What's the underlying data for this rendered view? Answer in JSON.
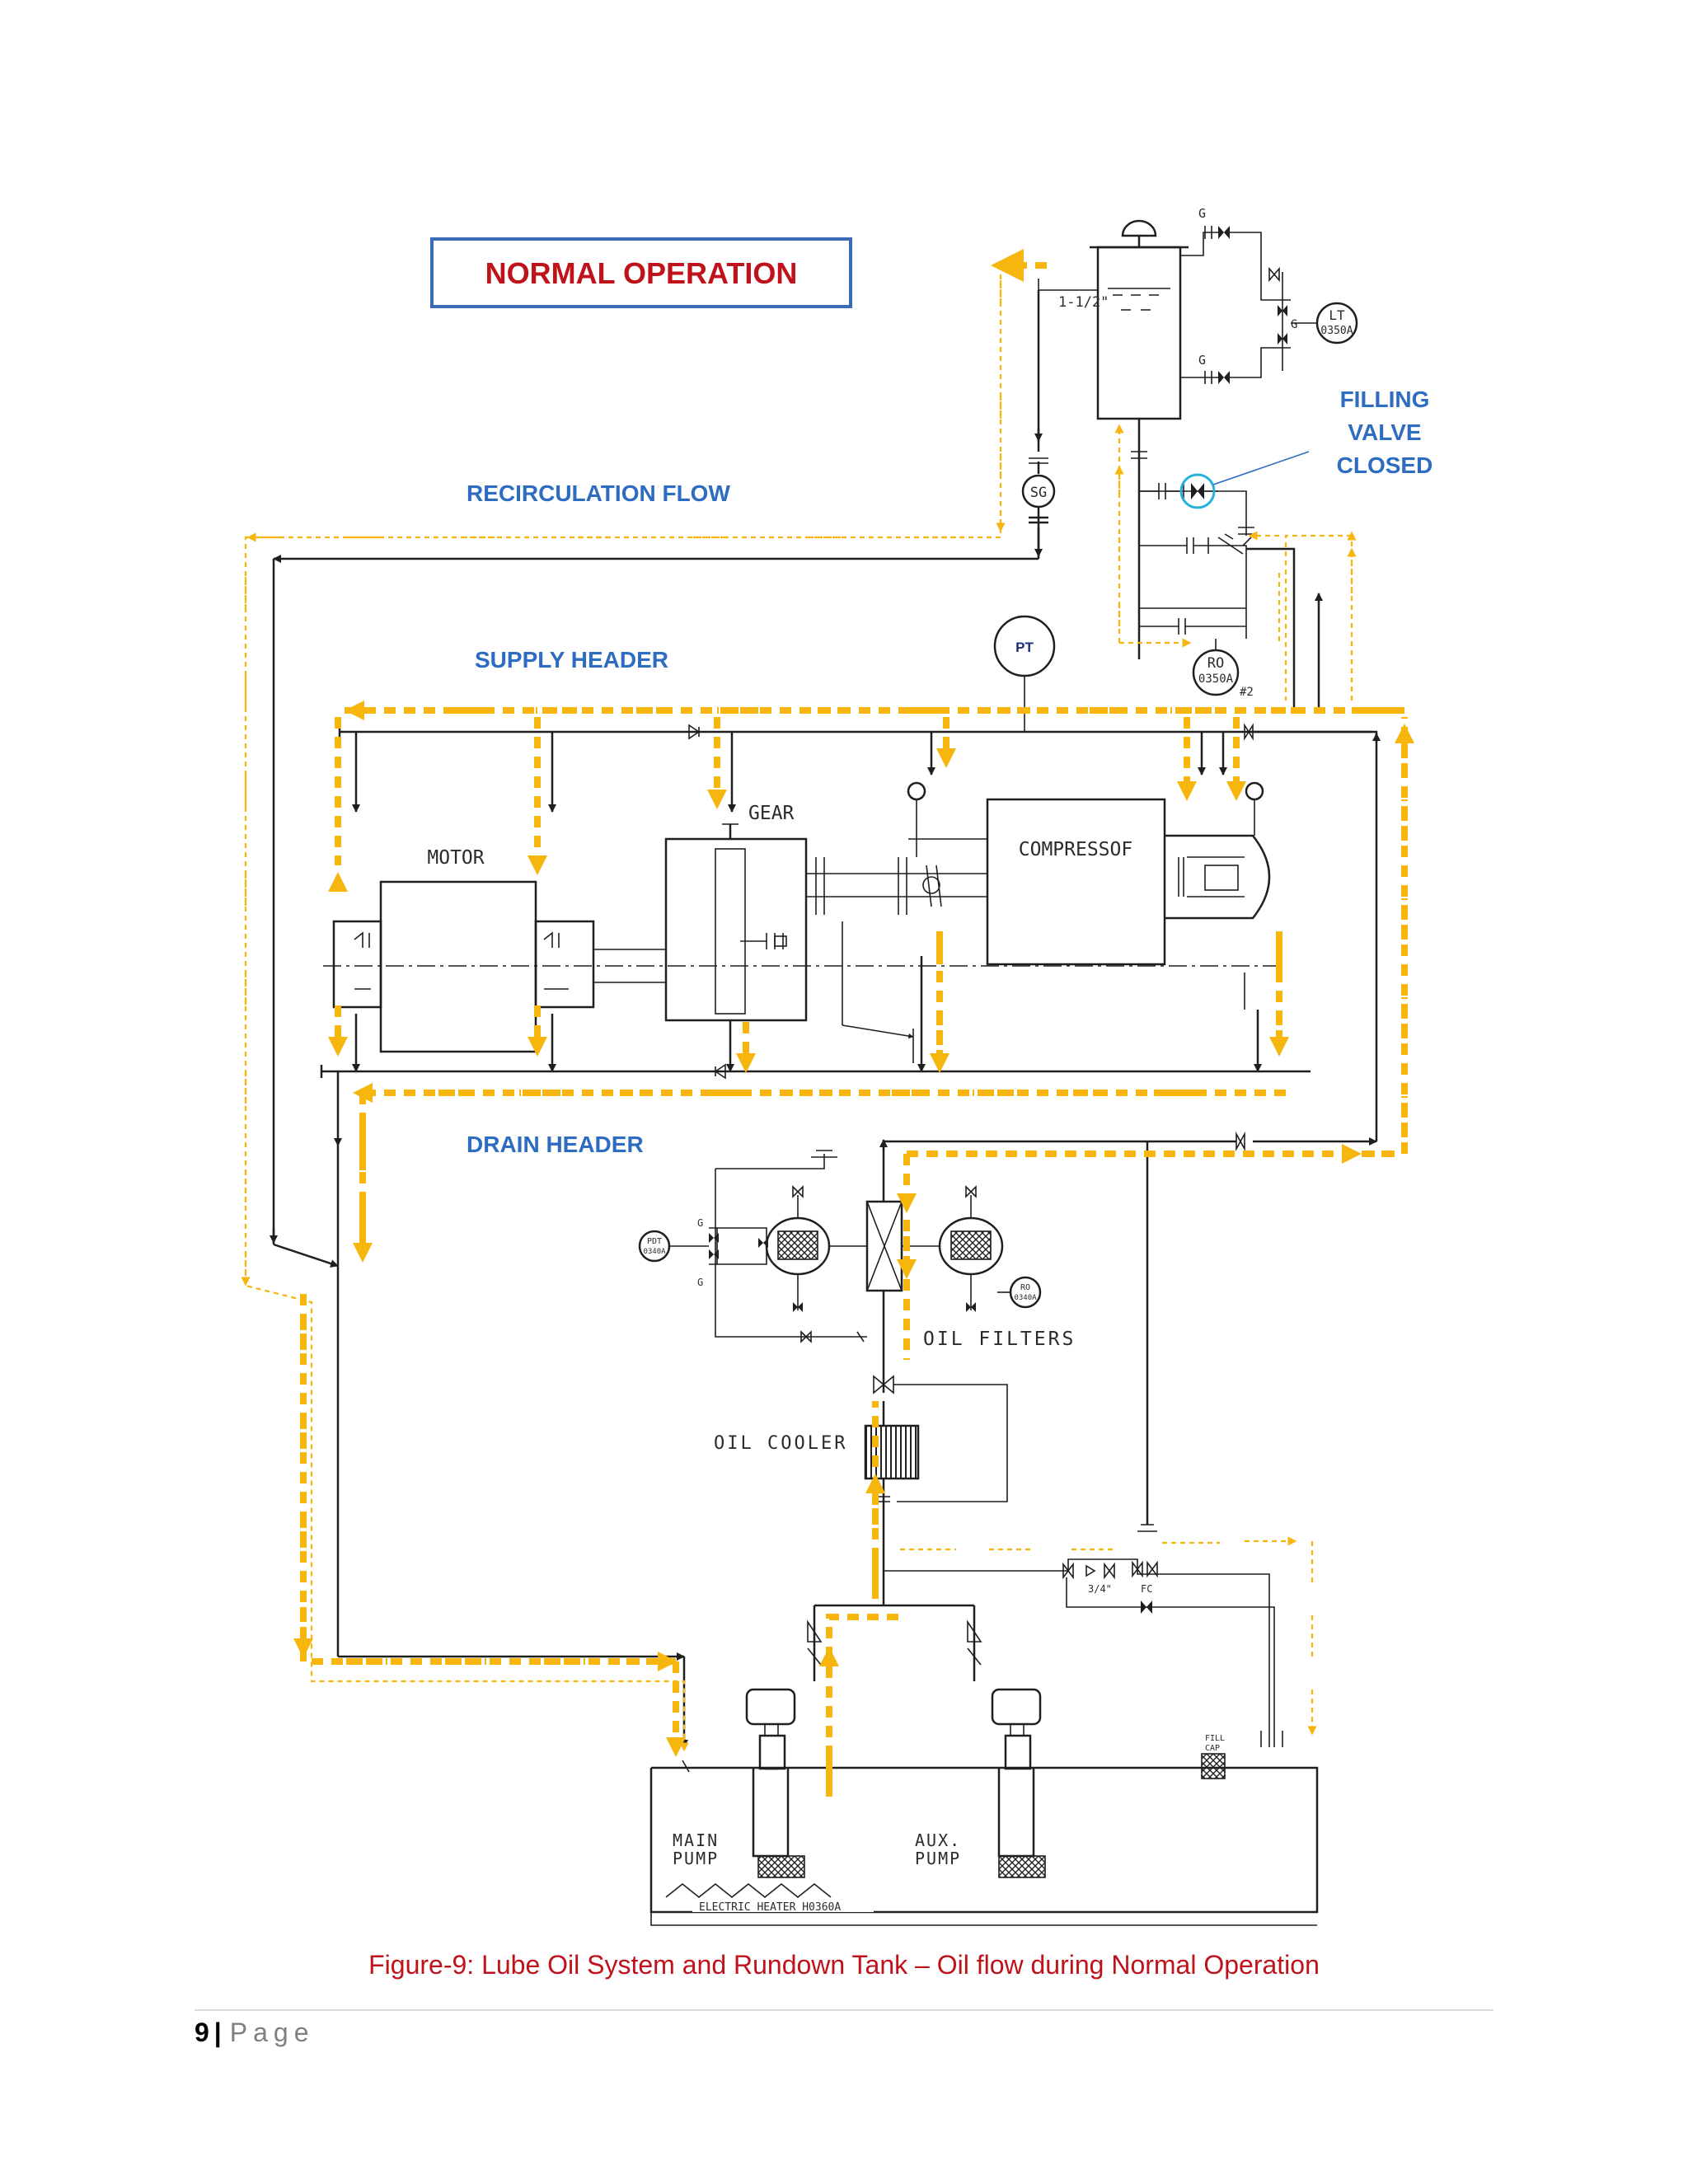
{
  "callouts": {
    "mode_box": "NORMAL OPERATION",
    "recirculation": "RECIRCULATION FLOW",
    "supply_header": "SUPPLY HEADER",
    "drain_header": "DRAIN HEADER",
    "filling_valve": [
      "FILLING",
      "VALVE",
      "CLOSED"
    ]
  },
  "equipment": {
    "motor": "MOTOR",
    "gear": "GEAR",
    "compressor": "COMPRESSOF",
    "oil_filters": "OIL FILTERS",
    "oil_cooler": "OIL COOLER",
    "main_pump": [
      "MAIN",
      "PUMP"
    ],
    "aux_pump": [
      "AUX.",
      "PUMP"
    ],
    "heater": "ELECTRIC HEATER H0360A",
    "fill_cap": [
      "FILL",
      "CAP"
    ]
  },
  "instruments": {
    "pt": "PT",
    "sg": "SG",
    "lt": [
      "LT",
      "0350A"
    ],
    "ro_top": [
      "RO",
      "0350A"
    ],
    "ro_suffix": "#2",
    "ro_filter": [
      "RO",
      "0340A"
    ],
    "pdt": [
      "PDT",
      "0340A"
    ],
    "pipe_size": "1-1/2\"",
    "valve_g": "G",
    "fc": "FC",
    "size_34": "3/4\""
  },
  "caption": "Figure-9: Lube Oil System and Rundown Tank – Oil flow during Normal Operation",
  "footer": {
    "page_number": "9",
    "separator": "|",
    "page_label": "Page"
  },
  "colors": {
    "flow": "#f6b60d",
    "callout_blue": "#2d6cc0",
    "mode_red": "#c0121a",
    "mode_border": "#3a6db5",
    "line": "#1f1f1f"
  }
}
